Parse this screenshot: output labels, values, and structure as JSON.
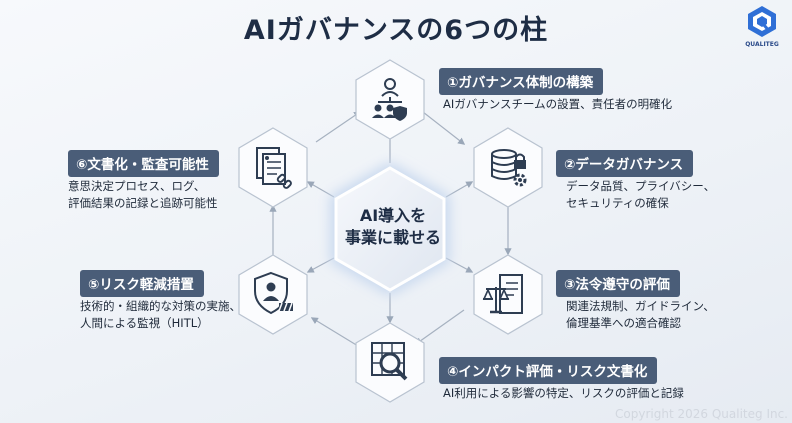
{
  "title": "AIガバナンスの6つの柱",
  "logo": {
    "text": "QUALITEG"
  },
  "center": {
    "line1": "AI導入を",
    "line2": "事業に載せる"
  },
  "pillars": [
    {
      "label": "①ガバナンス体制の構築",
      "desc": [
        "AIガバナンスチームの設置、責任者の明確化"
      ],
      "icon": "org-chart-shield-icon"
    },
    {
      "label": "②データガバナンス",
      "desc": [
        "データ品質、プライバシー、",
        "セキュリティの確保"
      ],
      "icon": "database-lock-gear-icon"
    },
    {
      "label": "③法令遵守の評価",
      "desc": [
        "関連法規制、ガイドライン、",
        "倫理基準への適合確認"
      ],
      "icon": "scales-document-icon"
    },
    {
      "label": "④インパクト評価・リスク文書化",
      "desc": [
        "AI利用による影響の特定、リスクの評価と記録"
      ],
      "icon": "magnifier-grid-icon"
    },
    {
      "label": "⑤リスク軽減措置",
      "desc": [
        "技術的・組織的な対策の実施、",
        "人間による監視（HITL）"
      ],
      "icon": "shield-person-icon"
    },
    {
      "label": "⑥文書化・監査可能性",
      "desc": [
        "意思決定プロセス、ログ、",
        "評価結果の記録と追跡可能性"
      ],
      "icon": "documents-chain-icon"
    }
  ],
  "copyright": "Copyright 2026 Qualiteg Inc."
}
